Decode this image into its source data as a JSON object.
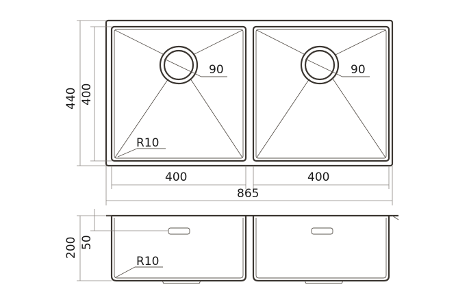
{
  "top_view": {
    "overall_height": "440",
    "bowl_height": "400",
    "drain_left": "90",
    "drain_right": "90",
    "corner_radius": "R10",
    "bowl_left_width": "400",
    "bowl_right_width": "400",
    "overall_width": "865"
  },
  "side_view": {
    "depth": "200",
    "overflow_height": "50",
    "corner_radius": "R10"
  }
}
